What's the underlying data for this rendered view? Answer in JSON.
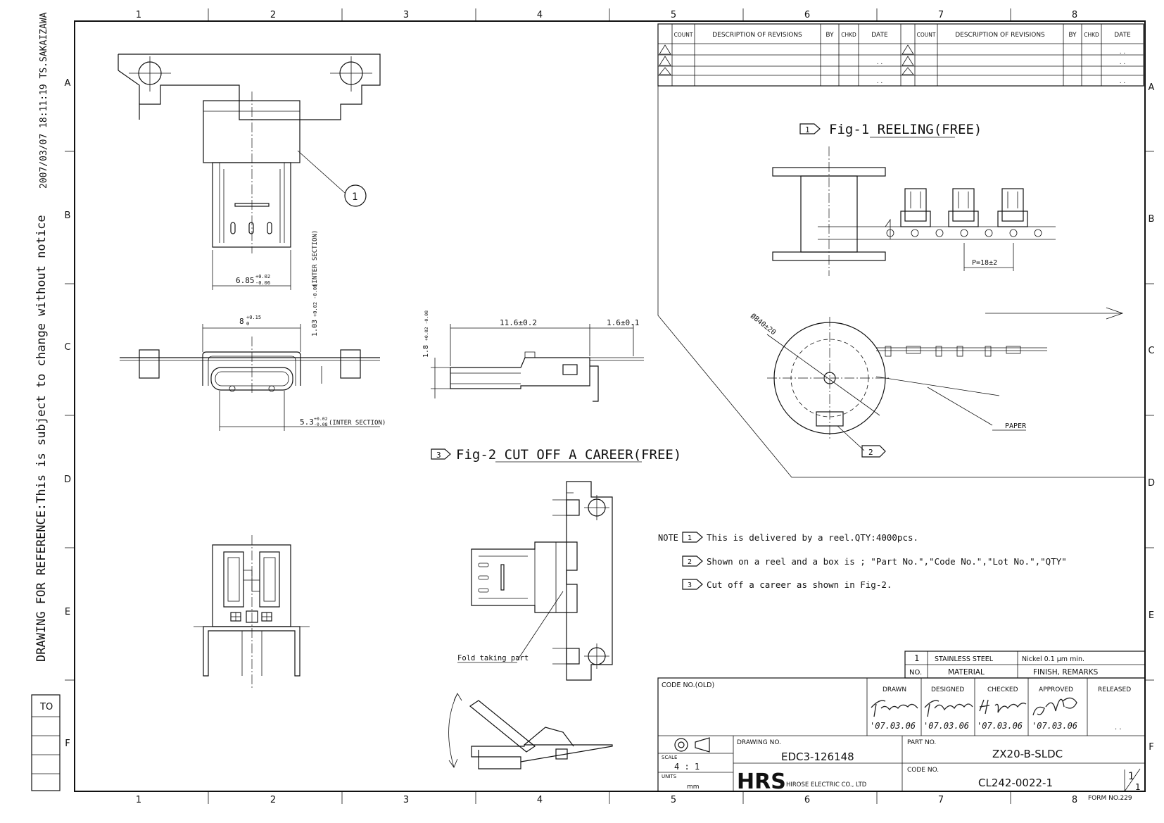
{
  "side_text": {
    "timestamp": "2007/03/07 18:11:19 TS.SAKAIZAWA",
    "notice": "DRAWING FOR REFERENCE:This is subject to change without notice",
    "to_box": "TO"
  },
  "grid": {
    "columns": [
      "1",
      "2",
      "3",
      "4",
      "5",
      "6",
      "7",
      "8"
    ],
    "rows": [
      "A",
      "B",
      "C",
      "D",
      "E",
      "F"
    ]
  },
  "revision_table": {
    "headers": [
      "COUNT",
      "DESCRIPTION OF REVISIONS",
      "BY",
      "CHKD",
      "DATE",
      "COUNT",
      "DESCRIPTION OF REVISIONS",
      "BY",
      "CHKD",
      "DATE"
    ],
    "date_placeholder": ". ."
  },
  "fig1": {
    "tag": "1",
    "title": "Fig-1 REELING(FREE)",
    "pitch": "P=18±2",
    "diameter": "Ø840±20",
    "paper": "PAPER",
    "box_tag": "2"
  },
  "fig2": {
    "tag": "3",
    "title": "Fig-2 CUT OFF A CAREER(FREE)",
    "fold": "Fold taking part"
  },
  "dims": {
    "d685": "6.85",
    "d685_tol_up": "+0.02",
    "d685_tol_dn": "-0.06",
    "d8": "8",
    "d8_tol_up": "+0.15",
    "d8_tol_dn": "0",
    "d103": "1.03",
    "d103_tol": "+0.02 -0.08",
    "d103_note": "(INTER SECTION)",
    "d53": "5.3",
    "d53_tol_up": "+0.02",
    "d53_tol_dn": "-0.08",
    "d53_note": "(INTER SECTION)",
    "d116": "11.6±0.2",
    "d16": "1.6±0.1",
    "d18": "1.8",
    "d18_tol": "+0.02 -0.08",
    "balloon": "1"
  },
  "notes": {
    "label": "NOTE",
    "items": [
      {
        "tag": "1",
        "text": "This is delivered by a reel.QTY:4000pcs."
      },
      {
        "tag": "2",
        "text": "Shown on a reel and a box is ; \"Part No.\",\"Code No.\",\"Lot No.\",\"QTY\""
      },
      {
        "tag": "3",
        "text": "Cut off a career as shown in Fig-2."
      }
    ]
  },
  "material_table": {
    "no": "1",
    "material": "STAINLESS STEEL",
    "finish": "Nickel 0.1 μm min.",
    "h_no": "NO.",
    "h_material": "MATERIAL",
    "h_finish": "FINISH, REMARKS"
  },
  "title_block": {
    "code_old_label": "CODE NO.(OLD)",
    "drawn": "DRAWN",
    "designed": "DESIGNED",
    "checked": "CHECKED",
    "approved": "APPROVED",
    "released": "RELEASED",
    "date_drawn": "'07.03.06",
    "date_designed": "'07.03.06",
    "date_checked": "'07.03.06",
    "date_approved": "'07.03.06",
    "released_value": ". .",
    "scale_label": "SCALE",
    "scale": "4 : 1",
    "units_label": "UNITS",
    "units": "mm",
    "drawing_no_label": "DRAWING NO.",
    "drawing_no": "EDC3-126148",
    "part_no_label": "PART NO.",
    "part_no": "ZX20-B-SLDC",
    "code_no_label": "CODE NO.",
    "code_no": "CL242-0022-1",
    "logo": "HRS",
    "company": "HIROSE ELECTRIC CO., LTD",
    "sheet_top": "1",
    "sheet_bottom": "1",
    "form_no": "FORM NO.229"
  }
}
